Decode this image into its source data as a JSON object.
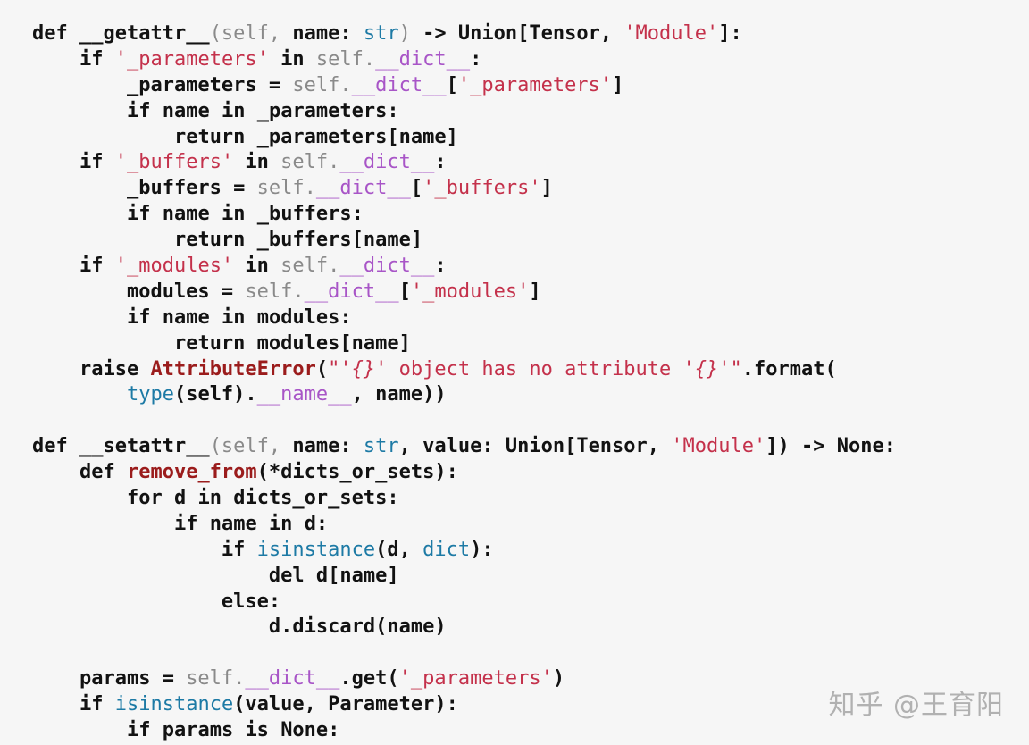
{
  "code": {
    "lines": [
      [
        [
          "kw",
          "def "
        ],
        [
          "plain",
          "__getattr__"
        ],
        [
          "self",
          "(self, "
        ],
        [
          "plain",
          "name: "
        ],
        [
          "builtin",
          "str"
        ],
        [
          "self",
          ") "
        ],
        [
          "plain",
          "-> Union[Tensor, "
        ],
        [
          "str",
          "'Module'"
        ],
        [
          "plain",
          "]:"
        ]
      ],
      [
        [
          "plain",
          "    "
        ],
        [
          "kw",
          "if "
        ],
        [
          "str",
          "'_parameters'"
        ],
        [
          "kw",
          " in "
        ],
        [
          "self",
          "self."
        ],
        [
          "dunder",
          "__dict__"
        ],
        [
          "plain",
          ":"
        ]
      ],
      [
        [
          "plain",
          "        _parameters = "
        ],
        [
          "self",
          "self."
        ],
        [
          "dunder",
          "__dict__"
        ],
        [
          "plain",
          "["
        ],
        [
          "str",
          "'_parameters'"
        ],
        [
          "plain",
          "]"
        ]
      ],
      [
        [
          "plain",
          "        "
        ],
        [
          "kw",
          "if "
        ],
        [
          "plain",
          "name "
        ],
        [
          "kw",
          "in "
        ],
        [
          "plain",
          "_parameters:"
        ]
      ],
      [
        [
          "plain",
          "            "
        ],
        [
          "kw",
          "return "
        ],
        [
          "plain",
          "_parameters[name]"
        ]
      ],
      [
        [
          "plain",
          "    "
        ],
        [
          "kw",
          "if "
        ],
        [
          "str",
          "'_buffers'"
        ],
        [
          "kw",
          " in "
        ],
        [
          "self",
          "self."
        ],
        [
          "dunder",
          "__dict__"
        ],
        [
          "plain",
          ":"
        ]
      ],
      [
        [
          "plain",
          "        _buffers = "
        ],
        [
          "self",
          "self."
        ],
        [
          "dunder",
          "__dict__"
        ],
        [
          "plain",
          "["
        ],
        [
          "str",
          "'_buffers'"
        ],
        [
          "plain",
          "]"
        ]
      ],
      [
        [
          "plain",
          "        "
        ],
        [
          "kw",
          "if "
        ],
        [
          "plain",
          "name "
        ],
        [
          "kw",
          "in "
        ],
        [
          "plain",
          "_buffers:"
        ]
      ],
      [
        [
          "plain",
          "            "
        ],
        [
          "kw",
          "return "
        ],
        [
          "plain",
          "_buffers[name]"
        ]
      ],
      [
        [
          "plain",
          "    "
        ],
        [
          "kw",
          "if "
        ],
        [
          "str",
          "'_modules'"
        ],
        [
          "kw",
          " in "
        ],
        [
          "self",
          "self."
        ],
        [
          "dunder",
          "__dict__"
        ],
        [
          "plain",
          ":"
        ]
      ],
      [
        [
          "plain",
          "        modules = "
        ],
        [
          "self",
          "self."
        ],
        [
          "dunder",
          "__dict__"
        ],
        [
          "plain",
          "["
        ],
        [
          "str",
          "'_modules'"
        ],
        [
          "plain",
          "]"
        ]
      ],
      [
        [
          "plain",
          "        "
        ],
        [
          "kw",
          "if "
        ],
        [
          "plain",
          "name "
        ],
        [
          "kw",
          "in "
        ],
        [
          "plain",
          "modules:"
        ]
      ],
      [
        [
          "plain",
          "            "
        ],
        [
          "kw",
          "return "
        ],
        [
          "plain",
          "modules[name]"
        ]
      ],
      [
        [
          "plain",
          "    "
        ],
        [
          "kw",
          "raise "
        ],
        [
          "fn",
          "AttributeError"
        ],
        [
          "plain",
          "("
        ],
        [
          "str",
          "\"'"
        ],
        [
          "stritalic",
          "{}"
        ],
        [
          "str",
          "' object has no attribute '"
        ],
        [
          "stritalic",
          "{}"
        ],
        [
          "str",
          "'\""
        ],
        [
          "plain",
          ".format("
        ]
      ],
      [
        [
          "plain",
          "        "
        ],
        [
          "builtin",
          "type"
        ],
        [
          "plain",
          "(self)."
        ],
        [
          "dunder",
          "__name__"
        ],
        [
          "plain",
          ", name))"
        ]
      ],
      [],
      [
        [
          "kw",
          "def "
        ],
        [
          "plain",
          "__setattr__"
        ],
        [
          "self",
          "(self, "
        ],
        [
          "plain",
          "name: "
        ],
        [
          "builtin",
          "str"
        ],
        [
          "plain",
          ", value: Union[Tensor, "
        ],
        [
          "str",
          "'Module'"
        ],
        [
          "plain",
          "]) -> None:"
        ]
      ],
      [
        [
          "plain",
          "    "
        ],
        [
          "kw",
          "def "
        ],
        [
          "fn",
          "remove_from"
        ],
        [
          "plain",
          "(*dicts_or_sets):"
        ]
      ],
      [
        [
          "plain",
          "        "
        ],
        [
          "kw",
          "for "
        ],
        [
          "plain",
          "d "
        ],
        [
          "kw",
          "in "
        ],
        [
          "plain",
          "dicts_or_sets:"
        ]
      ],
      [
        [
          "plain",
          "            "
        ],
        [
          "kw",
          "if "
        ],
        [
          "plain",
          "name "
        ],
        [
          "kw",
          "in "
        ],
        [
          "plain",
          "d:"
        ]
      ],
      [
        [
          "plain",
          "                "
        ],
        [
          "kw",
          "if "
        ],
        [
          "builtin",
          "isinstance"
        ],
        [
          "plain",
          "(d, "
        ],
        [
          "builtin",
          "dict"
        ],
        [
          "plain",
          "):"
        ]
      ],
      [
        [
          "plain",
          "                    "
        ],
        [
          "kw",
          "del "
        ],
        [
          "plain",
          "d[name]"
        ]
      ],
      [
        [
          "plain",
          "                "
        ],
        [
          "kw",
          "else"
        ],
        [
          "plain",
          ":"
        ]
      ],
      [
        [
          "plain",
          "                    d.discard(name)"
        ]
      ],
      [],
      [
        [
          "plain",
          "    params = "
        ],
        [
          "self",
          "self."
        ],
        [
          "dunder",
          "__dict__"
        ],
        [
          "plain",
          ".get("
        ],
        [
          "str",
          "'_parameters'"
        ],
        [
          "plain",
          ")"
        ]
      ],
      [
        [
          "plain",
          "    "
        ],
        [
          "kw",
          "if "
        ],
        [
          "builtin",
          "isinstance"
        ],
        [
          "plain",
          "(value, Parameter):"
        ]
      ],
      [
        [
          "plain",
          "        "
        ],
        [
          "kw",
          "if "
        ],
        [
          "plain",
          "params "
        ],
        [
          "kw",
          "is "
        ],
        [
          "plain",
          "None:"
        ]
      ]
    ]
  },
  "watermark": {
    "text": "知乎 @王育阳"
  },
  "colors": {
    "background": "#f6f6f6",
    "keyword": "#121212",
    "string": "#c4314b",
    "builtin": "#1d7aa5",
    "self": "#8a8a8a",
    "dunder": "#a855c7",
    "function": "#9b1c1c"
  }
}
